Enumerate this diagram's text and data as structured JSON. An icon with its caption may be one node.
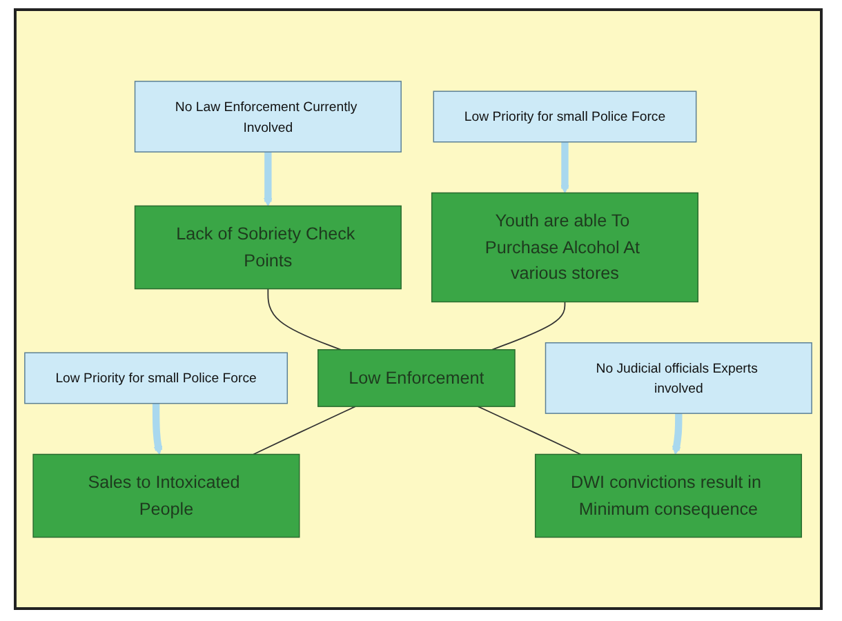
{
  "diagram": {
    "nodes": [
      {
        "text": [
          "Lack of Sobriety Check Points"
        ]
      },
      {
        "text": [
          "Youth are able To Purchase Alcohol At various stores"
        ]
      },
      {
        "text": [
          "No Law Enforcement Currently Involved"
        ]
      },
      {
        "text": [
          "Low Priority for small Police Force"
        ]
      },
      {
        "text": [
          "Low Enforcement"
        ]
      },
      {
        "text": [
          "Low Priority for small Police Force"
        ]
      },
      {
        "text": [
          "No Judicial officials Experts involved"
        ]
      },
      {
        "text": [
          "Sales to Intoxicated People"
        ]
      },
      {
        "text": [
          "DWI convictions result in Minimum consequence"
        ]
      }
    ],
    "edges": [
      {
        "from": 0,
        "to": 4,
        "arrow": "none"
      },
      {
        "from": 1,
        "to": 4,
        "arrow": "none"
      },
      {
        "from": 4,
        "to": 7,
        "arrow": "none"
      },
      {
        "from": 4,
        "to": 8,
        "arrow": "none"
      },
      {
        "from": 2,
        "to": 0,
        "arrow": "to",
        "style": "thick",
        "color": "#a9d8ee"
      },
      {
        "from": 3,
        "to": 1,
        "arrow": "to",
        "style": "thick",
        "color": "#a9d8ee"
      },
      {
        "from": 5,
        "to": 7,
        "arrow": "to",
        "style": "thick",
        "color": "#a9d8ee"
      },
      {
        "from": 6,
        "to": 8,
        "arrow": "to",
        "style": "thick",
        "color": "#a9d8ee"
      }
    ]
  }
}
